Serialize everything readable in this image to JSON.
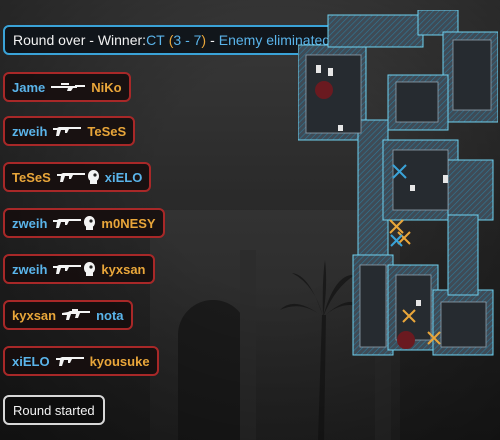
{
  "notice": {
    "prefix": "Round over - Winner: ",
    "winner": "CT",
    "score_open": "(",
    "score": "3 - 7",
    "score_close": ")",
    "separator": "-",
    "reason": "Enemy eliminated"
  },
  "killfeed": [
    {
      "killer": "Jame",
      "killer_team": "ct",
      "weapon": "awp-rifle-icon",
      "headshot": false,
      "victim": "NiKo",
      "victim_team": "t"
    },
    {
      "killer": "zweih",
      "killer_team": "ct",
      "weapon": "ak47-rifle-icon",
      "headshot": false,
      "victim": "TeSeS",
      "victim_team": "t"
    },
    {
      "killer": "TeSeS",
      "killer_team": "t",
      "weapon": "ak47-rifle-icon",
      "headshot": true,
      "victim": "xiELO",
      "victim_team": "ct"
    },
    {
      "killer": "zweih",
      "killer_team": "ct",
      "weapon": "ak47-rifle-icon",
      "headshot": true,
      "victim": "m0NESY",
      "victim_team": "t"
    },
    {
      "killer": "zweih",
      "killer_team": "ct",
      "weapon": "ak47-rifle-icon",
      "headshot": true,
      "victim": "kyxsan",
      "victim_team": "t"
    },
    {
      "killer": "kyxsan",
      "killer_team": "t",
      "weapon": "m4-rifle-icon",
      "headshot": false,
      "victim": "nota",
      "victim_team": "ct"
    },
    {
      "killer": "xiELO",
      "killer_team": "ct",
      "weapon": "ak47-rifle-icon",
      "headshot": false,
      "victim": "kyousuke",
      "victim_team": "t"
    }
  ],
  "round_started": "Round started",
  "colors": {
    "ct": "#5ab4ea",
    "t": "#e9a63a",
    "kill_border": "#a82828",
    "notice_border": "#3aa3d8"
  }
}
